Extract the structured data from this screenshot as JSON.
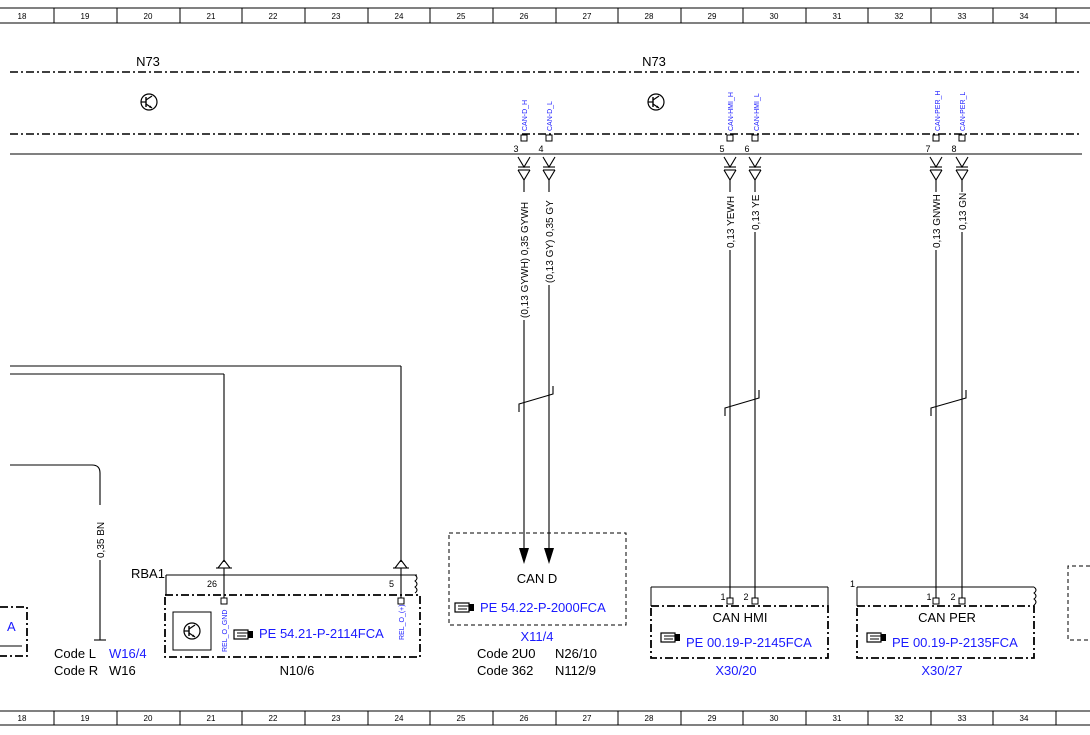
{
  "ruler": [
    "18",
    "19",
    "20",
    "21",
    "22",
    "23",
    "24",
    "25",
    "26",
    "27",
    "28",
    "29",
    "30",
    "31",
    "32",
    "33",
    "34"
  ],
  "modules": {
    "n73_left": "N73",
    "n73_right": "N73"
  },
  "signals": {
    "can_d_h": "CAN-D_H",
    "can_d_l": "CAN-D_L",
    "can_hmi_h": "CAN-HMI_H",
    "can_hmi_l": "CAN-HMI_L",
    "can_per_h": "CAN-PER_H",
    "can_per_l": "CAN-PER_L",
    "rel_o_gnd": "REL_O_GND",
    "rel_o_plus": "REL_O_(+)"
  },
  "pins": {
    "p3": "3",
    "p4": "4",
    "p5": "5",
    "p6": "6",
    "p7": "7",
    "p8": "8",
    "p26": "26",
    "p5b": "5",
    "hmi1": "1",
    "hmi2": "2",
    "per1": "1",
    "per2": "2",
    "per_side": "1"
  },
  "wires": {
    "w3": "(0,13 GYWH) 0,35 GYWH",
    "w4": "(0,13 GY) 0,35 GY",
    "w5": "0,13 YEWH",
    "w6": "0,13 YE",
    "w7": "0,13 GNWH",
    "w8": "0,13 GN",
    "bn": "0,35 BN"
  },
  "connector_rba1": "RBA1",
  "n10": {
    "ref": "PE 54.21-P-2114FCA",
    "label": "N10/6"
  },
  "can_d": {
    "title": "CAN D",
    "ref": "PE 54.22-P-2000FCA",
    "label": "X11/4",
    "code1": "Code 2U0",
    "code1_val": "N26/10",
    "code2": "Code 362",
    "code2_val": "N112/9"
  },
  "can_hmi": {
    "title": "CAN HMI",
    "ref": "PE 00.19-P-2145FCA",
    "label": "X30/20"
  },
  "can_per": {
    "title": "CAN PER",
    "ref": "PE 00.19-P-2135FCA",
    "label": "X30/27"
  },
  "left_codes": {
    "l": "Code L",
    "l_val": "W16/4",
    "r": "Code R",
    "r_val": "W16"
  },
  "left_partial": "A"
}
